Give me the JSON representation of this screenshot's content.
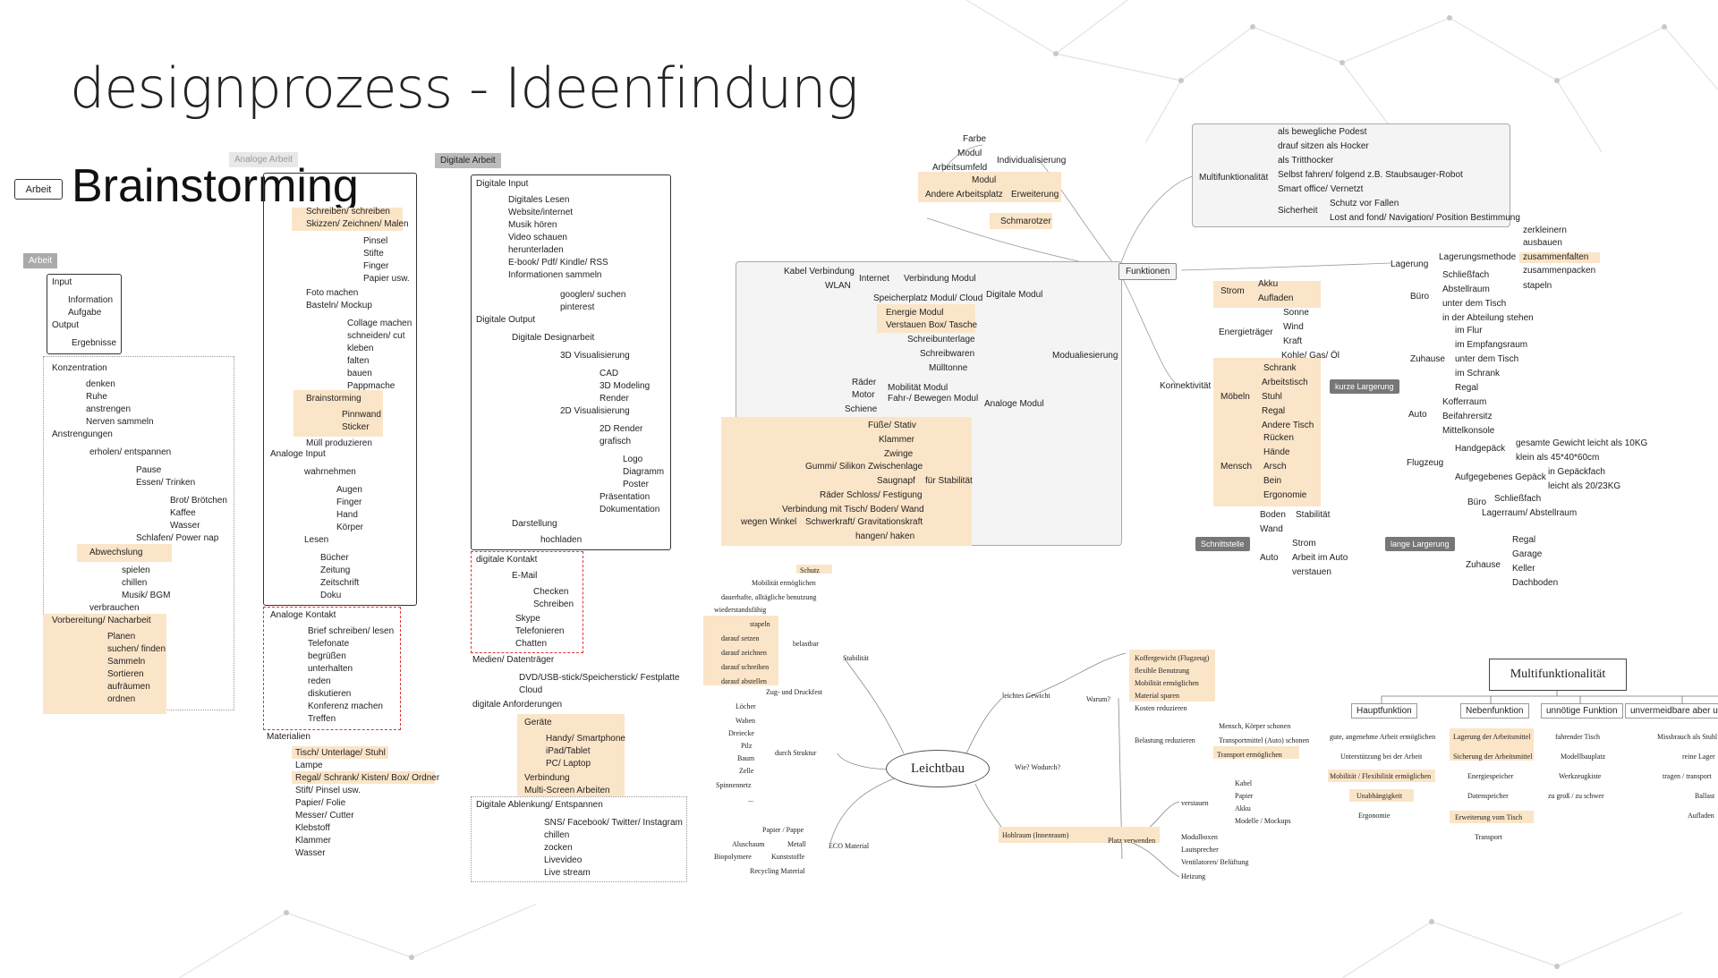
{
  "title": "designprozess - Ideenfindung",
  "subtitle": "Brainstorming",
  "tag_arbeit": "Arbeit",
  "arbeit": {
    "root": "Arbeit",
    "items": [
      "Input",
      "Information",
      "Aufgabe",
      "Output",
      "Ergebnisse",
      "Konzentration",
      "denken",
      "Ruhe",
      "anstrengen",
      "Nerven sammeln",
      "Anstrengungen",
      "erholen/ entspannen",
      "Pause",
      "Essen/ Trinken",
      "Brot/ Brötchen",
      "Kaffee",
      "Wasser",
      "Schlafen/ Power nap",
      "Abwechslung",
      "spielen",
      "chillen",
      "Musik/ BGM",
      "verbrauchen",
      "Vorbereitung/ Nacharbeit",
      "Planen",
      "suchen/ finden",
      "Sammeln",
      "Sortieren",
      "aufräumen",
      "ordnen"
    ]
  },
  "analoge": {
    "root": "Analoge Arbeit",
    "items": [
      "Schreiben/ schreiben",
      "Skizzen/ Zeichnen/ Malen",
      "Pinsel",
      "Stifte",
      "Finger",
      "Papier usw.",
      "Foto machen",
      "Basteln/ Mockup",
      "Collage machen",
      "schneiden/ cut",
      "kleben",
      "falten",
      "bauen",
      "Pappmache",
      "Brainstorming",
      "Pinnwand",
      "Sticker",
      "Müll produzieren",
      "Analoge Input",
      "wahrnehmen",
      "Augen",
      "Finger",
      "Hand",
      "Körper",
      "Lesen",
      "Bücher",
      "Zeitung",
      "Zeitschrift",
      "Doku",
      "Analoge Kontakt",
      "Brief schreiben/ lesen",
      "Telefonate",
      "begrüßen",
      "unterhalten",
      "reden",
      "diskutieren",
      "Konferenz machen",
      "Treffen",
      "Materialien",
      "Tisch/ Unterlage/ Stuhl",
      "Lampe",
      "Regal/ Schrank/ Kisten/ Box/ Ordner",
      "Stift/ Pinsel usw.",
      "Papier/ Folie",
      "Messer/ Cutter",
      "Klebstoff",
      "Klammer",
      "Wasser"
    ]
  },
  "digitale": {
    "root": "Digitale Arbeit",
    "items": [
      "Digitale Input",
      "Digitales Lesen",
      "Website/internet",
      "Musik hören",
      "Video schauen",
      "herunterladen",
      "E-book/ Pdf/ Kindle/ RSS",
      "Informationen sammeln",
      "googlen/ suchen",
      "pinterest",
      "Digitale Output",
      "Digitale Designarbeit",
      "3D Visualisierung",
      "CAD",
      "3D Modeling",
      "Render",
      "2D Visualisierung",
      "2D Render",
      "grafisch",
      "Logo",
      "Diagramm",
      "Poster",
      "Präsentation",
      "Dokumentation",
      "Darstellung",
      "hochladen",
      "digitale Kontakt",
      "E-Mail",
      "Checken",
      "Schreiben",
      "Skype",
      "Telefonieren",
      "Chatten",
      "Medien/ Datenträger",
      "DVD/USB-stick/Speicherstick/ Festplatte",
      "Cloud",
      "digitale Anforderungen",
      "Geräte",
      "Handy/ Smartphone",
      "iPad/Tablet",
      "PC/ Laptop",
      "Verbindung",
      "Multi-Screen Arbeiten",
      "Digitale Ablenkung/ Entspannen",
      "SNS/ Facebook/ Twitter/ Instagram",
      "chillen",
      "zocken",
      "Livevideo",
      "Live stream"
    ]
  },
  "funktionen": {
    "center": "Funktionen",
    "individ": [
      "Farbe",
      "Modul",
      "Arbeitsumfeld",
      "Individualisierung",
      "Modul",
      "Andere Arbeitsplatz",
      "Erweiterung",
      "Schmarotzer"
    ],
    "multi": [
      "Multifunktionalität",
      "als bewegliche Podest",
      "drauf sitzen als Hocker",
      "als Tritthocker",
      "Selbst fahren/ folgend z.B. Staubsauger-Robot",
      "Smart office/ Vernetzt",
      "Sicherheit",
      "Schutz vor Fallen",
      "Lost and fond/ Navigation/ Position Bestimmung"
    ],
    "modul": [
      "Modualiesierung",
      "Digitale Modul",
      "Kabel Verbindung",
      "Internet",
      "Verbindung Modul",
      "WLAN",
      "Speicherplatz Modul/ Cloud",
      "Energie Modul",
      "Verstauen Box/ Tasche",
      "Schreibunterlage",
      "Schreibwaren",
      "Mülltonne",
      "Analoge Modul",
      "Räder",
      "Motor",
      "Schiene",
      "Mobilität Modul",
      "Fahr-/ Bewegen Modul",
      "Füße/ Stativ",
      "Klammer",
      "Zwinge",
      "Gummi/ Silikon Zwischenlage",
      "Saugnapf",
      "für Stabilität",
      "Räder Schloss/ Festigung",
      "Verbindung mit Tisch/ Boden/ Wand",
      "wegen Winkel",
      "Schwerkraft/ Gravitationskraft",
      "hangen/ haken"
    ],
    "konnekt": [
      "Konnektivität",
      "Strom",
      "Akku",
      "Aufladen",
      "Energieträger",
      "Sonne",
      "Wind",
      "Kraft",
      "Kohle/ Gas/ Öl",
      "Möbeln",
      "Schrank",
      "Arbeitstisch",
      "Stuhl",
      "Regal",
      "Andere Tisch",
      "Mensch",
      "Rücken",
      "Hände",
      "Arsch",
      "Bein",
      "Ergonomie",
      "Schnittstelle",
      "Boden",
      "Stabilität",
      "Wand",
      "Auto",
      "Strom",
      "Arbeit im Auto",
      "verstauen"
    ],
    "lager": [
      "Lagerung",
      "Lagerungsmethode",
      "zerkleinern",
      "ausbauen",
      "zusammenfalten",
      "zusammenpacken",
      "stapeln",
      "Büro",
      "Schließfach",
      "Abstellraum",
      "unter dem Tisch",
      "in der Abteilung stehen",
      "Zuhause",
      "im Flur",
      "im Empfangsraum",
      "unter dem Tisch",
      "im Schrank",
      "Regal",
      "Auto",
      "Kofferraum",
      "Beifahrersitz",
      "Mittelkonsole",
      "Flugzeug",
      "Handgepäck",
      "gesamte Gewicht leicht als 10KG",
      "klein als 45*40*60cm",
      "Aufgegebenes Gepäck",
      "in Gepäckfach",
      "leicht als 20/23KG",
      "kurze Largerung",
      "lange Largerung",
      "Büro",
      "Schließfach",
      "Lagerraum/ Abstellraum",
      "Zuhause",
      "Regal",
      "Garage",
      "Keller",
      "Dachboden"
    ]
  },
  "leichtbau": {
    "center": "Leichtbau",
    "left": [
      "Schutz",
      "Mobilität ermöglichen",
      "dauerhafte, alltägliche benutzung",
      "wiederstandsfähig",
      "stapeln",
      "darauf setzen",
      "darauf zeichnen",
      "darauf schreiben",
      "darauf abstellen",
      "belastbar",
      "Stabilität",
      "Zug- und Druckfest",
      "Löcher",
      "Waben",
      "Dreiecke",
      "Pilz",
      "Baum",
      "Zelle",
      "Spinnennetz",
      "...",
      "durch Struktur",
      "Papier / Pappe",
      "Aluschaum",
      "Metall",
      "Biopolymere",
      "Kunststoffe",
      "Recycling Material",
      "ECO Material"
    ],
    "right": [
      "leichtes Gewicht",
      "Warum?",
      "Koffergewicht (Flugzeug)",
      "flexible Benutzung",
      "Mobilität ermöglichen",
      "Material sparen",
      "Kosten reduzieren",
      "Belastung reduzieren",
      "Mensch, Körper schonen",
      "Transportmittel (Auto) schonen",
      "Transport ermöglichen",
      "Wie? Wodurch?",
      "Hohlraum (Innenraum)",
      "Platz verwenden",
      "verstauen",
      "Kabel",
      "Papier",
      "Akku",
      "Modelle / Mockups",
      "Modulboxen",
      "Lautsprecher",
      "Ventilatoren/ Belüftung",
      "Heizung"
    ]
  },
  "multifunktionalitaet": {
    "title": "Multifunktionalität",
    "cols": [
      "Hauptfunktion",
      "Nebenfunktion",
      "unnötige Funktion",
      "unvermeidbare aber unerwünschte"
    ],
    "haupt": [
      "gute, angenehme Arbeit ermöglichen",
      "Unterstützung bei der Arbeit",
      "Mobilität / Flexibilität ermöglichen",
      "Unabhängigkeit",
      "Ergonomie"
    ],
    "neben": [
      "Lagerung der Arbeitsmittel",
      "Sicherung der Arbeitsmittel",
      "Energiespeicher",
      "Datenspeicher",
      "Erweiterung vom Tisch",
      "Transport"
    ],
    "unnoetig": [
      "fahrender Tisch",
      "Modellbauplatz",
      "Werkzeugkiste",
      "zu groß / zu schwer"
    ],
    "unverm": [
      "Missbrauch als Stuhl",
      "reine Lager",
      "tragen / transport",
      "Ballast",
      "Aufladen"
    ]
  }
}
